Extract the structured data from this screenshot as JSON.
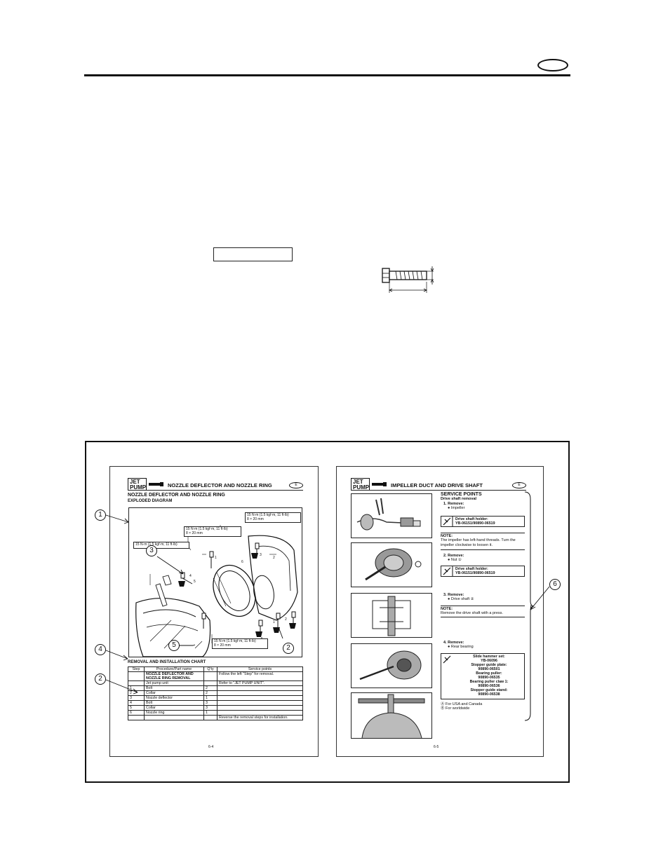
{
  "page": {
    "badge_text": ""
  },
  "left_page": {
    "header_tag": "JET\nPUMP",
    "header_title": "NOZZLE DEFLECTOR AND NOZZLE RING",
    "header_badge": "E",
    "section_title": "NOZZLE DEFLECTOR AND NOZZLE RING",
    "diagram_title": "EXPLODED DIAGRAM",
    "torque_top": "15 N·m (1.5 kgf·m, 11 ft·lb)",
    "torque_top_size": "8 × 20 mm",
    "torque_mid": "15 N·m (1.5 kgf·m, 11 ft·lb)",
    "torque_mid_size": "8 × 20 mm",
    "torque_left": "15 N·m (1.5 kgf·m, 11 ft·lb)",
    "torque_bottom": "15 N·m (1.5 kgf·m, 11 ft·lb)",
    "torque_bottom_size": "8 × 20 mm",
    "chart_title": "REMOVAL AND INSTALLATION CHART",
    "table": {
      "headers": [
        "Step",
        "Procedure/Part name",
        "Q'ty",
        "Service points"
      ],
      "heading_row": "NOZZLE DEFLECTOR AND NOZZLE RING REMOVAL",
      "heading_note": "Follow the left \"Step\" for removal.",
      "rows": [
        {
          "step": "",
          "part": "Jet pump unit",
          "qty": "",
          "note": "Refer to \"JET PUMP UNIT\"."
        },
        {
          "step": "1",
          "part": "Bolt",
          "qty": "2",
          "note": ""
        },
        {
          "step": "2",
          "part": "Collar",
          "qty": "2",
          "note": ""
        },
        {
          "step": "3",
          "part": "Nozzle deflector",
          "qty": "1",
          "note": ""
        },
        {
          "step": "4",
          "part": "Bolt",
          "qty": "3",
          "note": ""
        },
        {
          "step": "5",
          "part": "Collar",
          "qty": "3",
          "note": ""
        },
        {
          "step": "6",
          "part": "Nozzle ring",
          "qty": "1",
          "note": ""
        }
      ],
      "footer_note": "Reverse the removal steps for installation."
    },
    "page_number": "6-4"
  },
  "right_page": {
    "header_tag": "JET\nPUMP",
    "header_title": "IMPELLER DUCT AND DRIVE SHAFT",
    "header_badge": "E",
    "service_title": "SERVICE POINTS",
    "service_sub": "Drive shaft removal",
    "step1_title": "1. Remove:",
    "step1_item": "● Impeller",
    "tool1_name": "Drive shaft holder:",
    "tool1_part": "YB-06151/90890-06519",
    "note1_label": "NOTE:",
    "note1_text": "The impeller has left-hand threads. Turn the impeller clockwise to loosen it.",
    "step2_title": "2. Remove:",
    "step2_item": "● Nut ①",
    "tool2_name": "Drive shaft holder:",
    "tool2_part": "YB-06151/90890-06519",
    "step3_title": "3. Remove:",
    "step3_item": "● Drive shaft ②",
    "note2_label": "NOTE:",
    "note2_text": "Remove the drive shaft with a press.",
    "step4_title": "4. Remove:",
    "step4_item": "● Rear bearing",
    "tool3_lines": [
      "Slide hammer set:",
      "YB-06096",
      "Stopper guide plate:",
      "90890-06501",
      "Bearing puller:",
      "90890-06535",
      "Bearing puller claw 1:",
      "90890-06536",
      "Stopper guide stand:",
      "90890-06538"
    ],
    "legend_a": "Ⓐ For USA and Canada",
    "legend_b": "Ⓑ For worldwide",
    "page_number": "6-5"
  },
  "callouts": {
    "c1": "1",
    "c2a": "2",
    "c2b": "2",
    "c3": "3",
    "c4": "4",
    "c5": "5",
    "c6": "6"
  }
}
